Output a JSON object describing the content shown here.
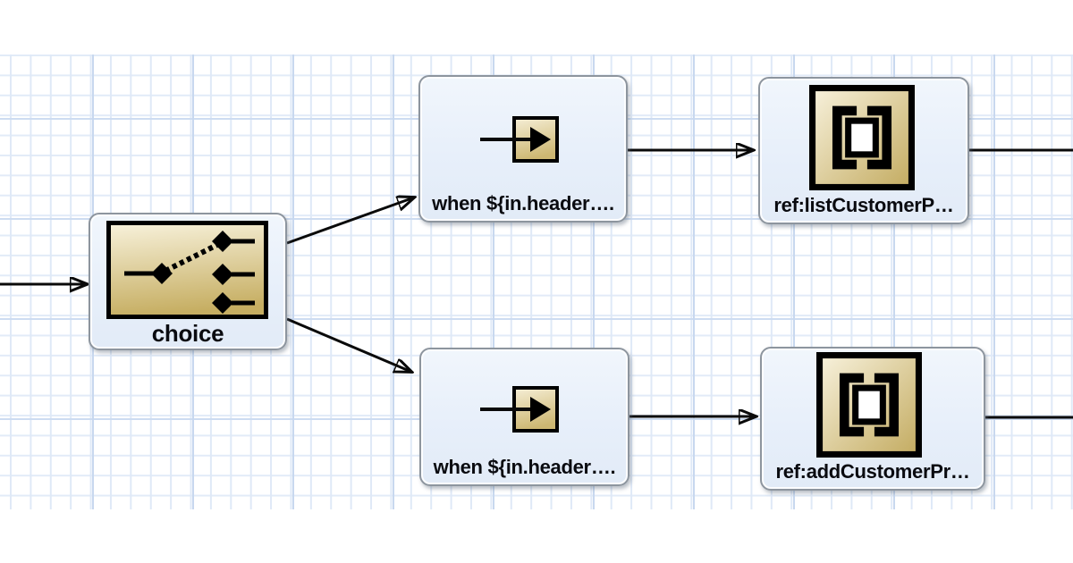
{
  "diagram": {
    "kind": "route-flow-editor-canvas",
    "nodes": [
      {
        "id": "choice",
        "label": "choice",
        "icon": "choice-switch-icon"
      },
      {
        "id": "when-top",
        "label": "when ${in.header….",
        "icon": "arrow-into-box-icon"
      },
      {
        "id": "ref-list",
        "label": "ref:listCustomerP…",
        "icon": "bean-ref-icon"
      },
      {
        "id": "when-bottom",
        "label": "when ${in.header….",
        "icon": "arrow-into-box-icon"
      },
      {
        "id": "ref-add",
        "label": "ref:addCustomerPr…",
        "icon": "bean-ref-icon"
      }
    ],
    "edges": [
      {
        "from": "canvas-left-edge",
        "to": "choice",
        "arrowhead": true
      },
      {
        "from": "choice",
        "to": "when-top",
        "arrowhead": true
      },
      {
        "from": "choice",
        "to": "when-bottom",
        "arrowhead": true
      },
      {
        "from": "when-top",
        "to": "ref-list",
        "arrowhead": true
      },
      {
        "from": "ref-list",
        "to": "canvas-right-edge",
        "arrowhead": false
      },
      {
        "from": "when-bottom",
        "to": "ref-add",
        "arrowhead": true
      },
      {
        "from": "ref-add",
        "to": "canvas-right-edge",
        "arrowhead": false
      }
    ],
    "colors": {
      "canvas_background": "#ffffff",
      "grid_minor": "#dfe9f7",
      "grid_major": "#c8d8ef",
      "node_fill": "#e7effa",
      "node_border": "#8d959e",
      "icon_gold_light": "#f8f2dc",
      "icon_gold_dark": "#c6ae62",
      "icon_border": "#000000",
      "edge_line": "#0a0a0a",
      "label_text": "#0a0b10"
    }
  }
}
